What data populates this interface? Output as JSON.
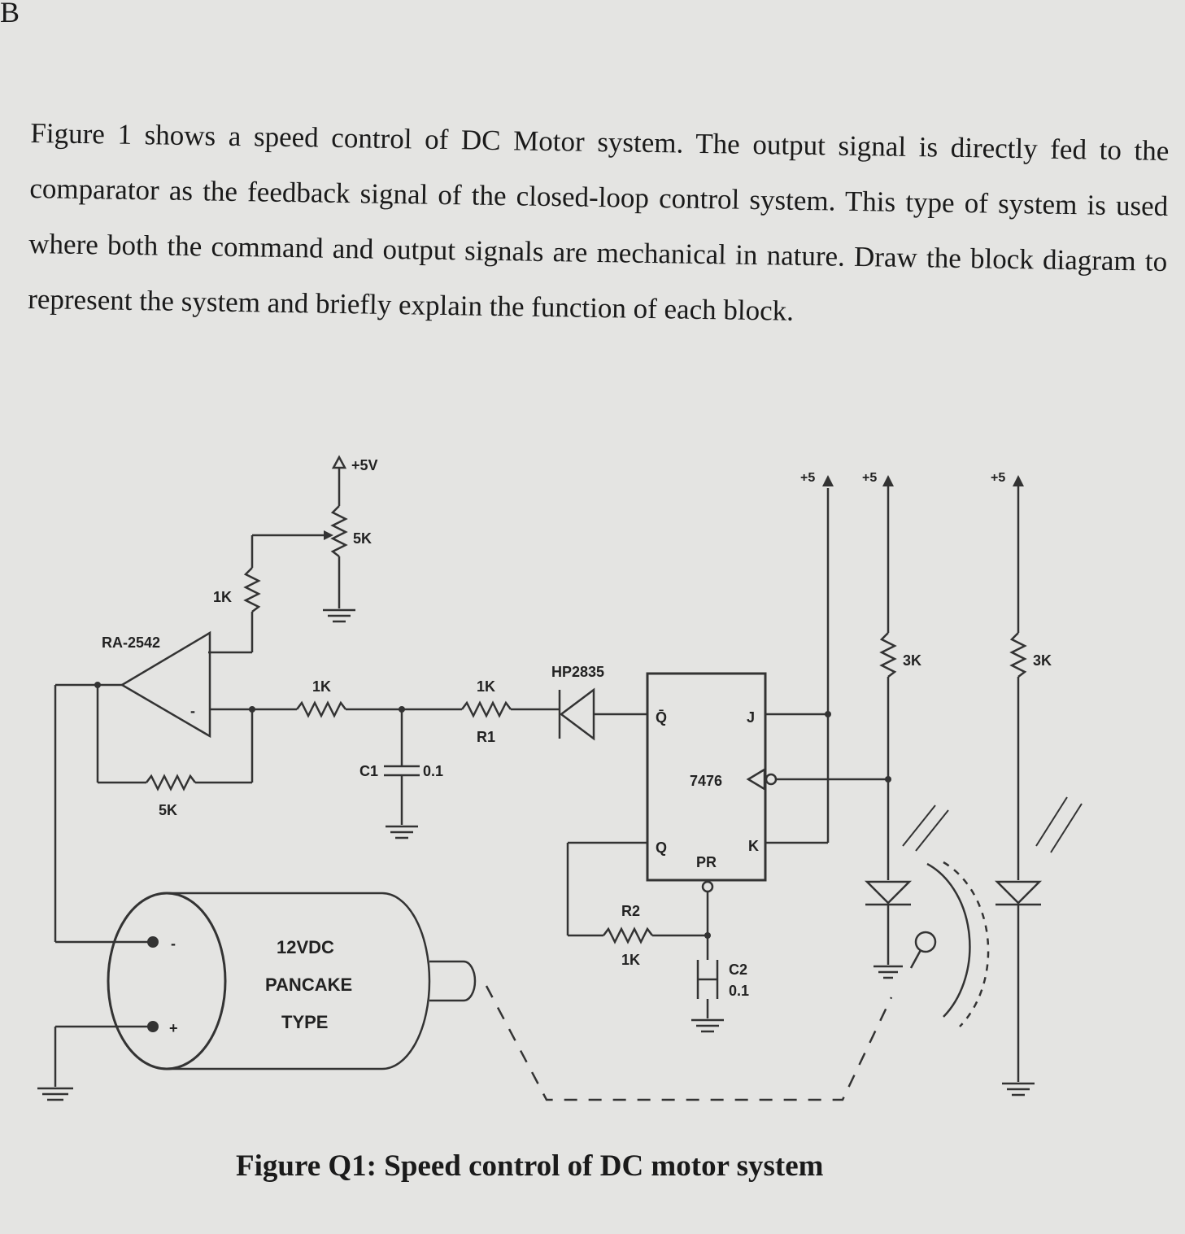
{
  "page": {
    "corner_letter": "B"
  },
  "question": {
    "text": "Figure 1 shows a speed control of DC Motor system. The output signal is directly fed to the comparator as the feedback signal of the closed-loop control system. This type of system is used where both the command and output signals are mechanical in nature. Draw the block diagram to represent the system and briefly explain the function of each block."
  },
  "figure": {
    "caption": "Figure Q1: Speed control of DC motor system",
    "labels": {
      "supply_5v": "+5V",
      "pot_5k": "5K",
      "r_1k_top": "1K",
      "opamp": "RA-2542",
      "opamp_minus": "-",
      "r_feedback": "5K",
      "r_1k_mid": "1K",
      "c1": "C1",
      "c1_value": "0.1",
      "r1_value": "1K",
      "r1": "R1",
      "diode": "HP2835",
      "ff_qbar": "Q̄",
      "ff_j": "J",
      "ff_part": "7476",
      "ff_q": "Q",
      "ff_k": "K",
      "ff_pr": "PR",
      "r2": "R2",
      "r2_value": "1K",
      "c2": "C2",
      "c2_value": "0.1",
      "vcc_a": "+5",
      "vcc_b": "+5",
      "vcc_c": "+5",
      "r_3k_a": "3K",
      "r_3k_b": "3K",
      "motor_minus": "-",
      "motor_plus": "+",
      "motor_line1": "12VDC",
      "motor_line2": "PANCAKE",
      "motor_line3": "TYPE"
    }
  }
}
